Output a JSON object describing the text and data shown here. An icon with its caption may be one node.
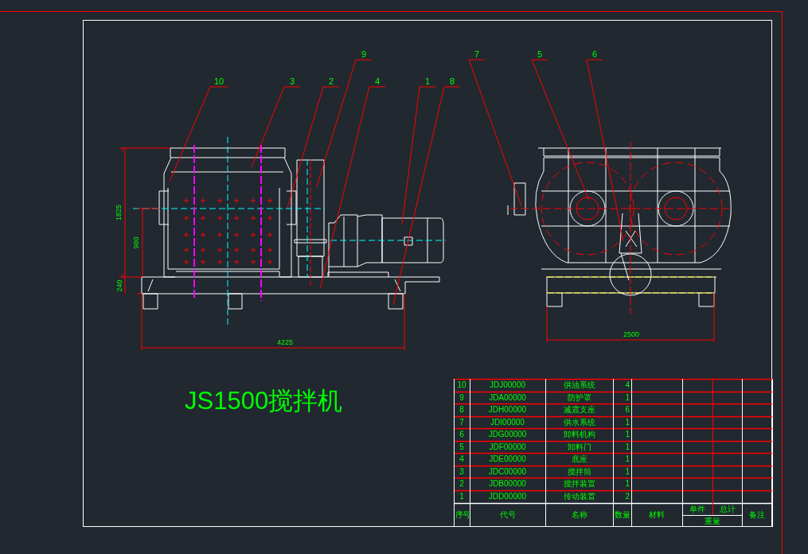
{
  "diagram": {
    "title": "JS1500搅拌机",
    "nodes": [
      {
        "text": [
          "9"
        ]
      },
      {
        "text": [
          "7"
        ]
      },
      {
        "text": [
          "5"
        ]
      },
      {
        "text": [
          "6"
        ]
      },
      {
        "text": [
          "10"
        ]
      },
      {
        "text": [
          "3"
        ]
      },
      {
        "text": [
          "2"
        ]
      },
      {
        "text": [
          "4"
        ]
      },
      {
        "text": [
          "1"
        ]
      },
      {
        "text": [
          "8"
        ]
      }
    ],
    "edges": [
      {
        "from": 0,
        "to": null,
        "arrow": "none"
      },
      {
        "from": 1,
        "to": null,
        "arrow": "none"
      },
      {
        "from": 2,
        "to": null,
        "arrow": "none"
      },
      {
        "from": 3,
        "to": null,
        "arrow": "none"
      },
      {
        "from": 4,
        "to": null,
        "arrow": "none"
      },
      {
        "from": 5,
        "to": null,
        "arrow": "none"
      },
      {
        "from": 6,
        "to": null,
        "arrow": "none"
      },
      {
        "from": 7,
        "to": null,
        "arrow": "none"
      },
      {
        "from": 8,
        "to": null,
        "arrow": "none"
      },
      {
        "from": 9,
        "to": null,
        "arrow": "none"
      }
    ],
    "labels": [
      "1825",
      "960",
      "240",
      "4225",
      "2500",
      "10",
      "JDJ00000",
      "供油系统",
      "4",
      "9",
      "JDA00000",
      "防护罩",
      "1",
      "8",
      "JDH00000",
      "减震支座",
      "6",
      "7",
      "JDI00000",
      "供水系统",
      "1",
      "6",
      "JDG00000",
      "卸料机构",
      "1",
      "5",
      "JDF00000",
      "卸料门",
      "1",
      "4",
      "JDE00000",
      "底座",
      "1",
      "3",
      "JDC00000",
      "搅拌筒",
      "1",
      "2",
      "JDB00000",
      "搅拌装置",
      "1",
      "1",
      "JDD00000",
      "传动装置",
      "2",
      "序号",
      "代号",
      "名称",
      "数量",
      "材料",
      "单件",
      "总计",
      "重量",
      "备注"
    ]
  }
}
